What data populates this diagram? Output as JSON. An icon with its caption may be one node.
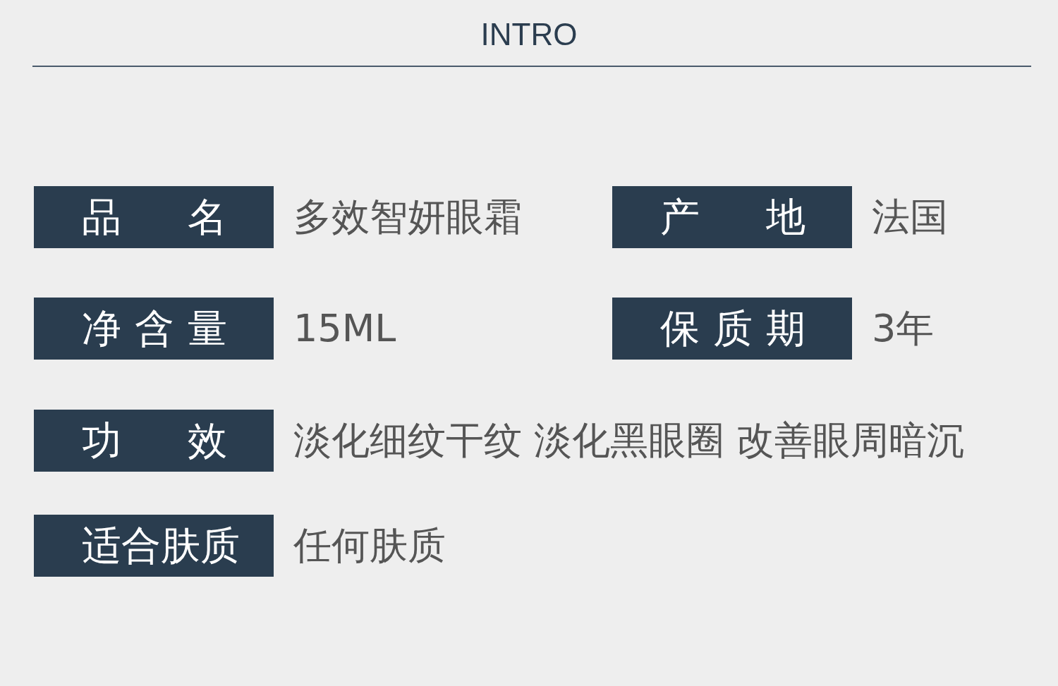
{
  "diagram": {
    "title": "INTRO",
    "nodes": [
      {
        "text": [
          "品名"
        ],
        "beside": [
          "多效智妍眼霜"
        ]
      },
      {
        "text": [
          "产地"
        ],
        "beside": [
          "法国"
        ]
      },
      {
        "text": [
          "净含量"
        ],
        "beside": [
          "15ML"
        ]
      },
      {
        "text": [
          "保质期"
        ],
        "beside": [
          "3年"
        ]
      },
      {
        "text": [
          "功效"
        ],
        "beside": [
          "淡化细纹干纹 淡化黑眼圈 改善眼周暗沉"
        ]
      },
      {
        "text": [
          "适合肤质"
        ],
        "beside": [
          "任何肤质"
        ]
      }
    ]
  }
}
